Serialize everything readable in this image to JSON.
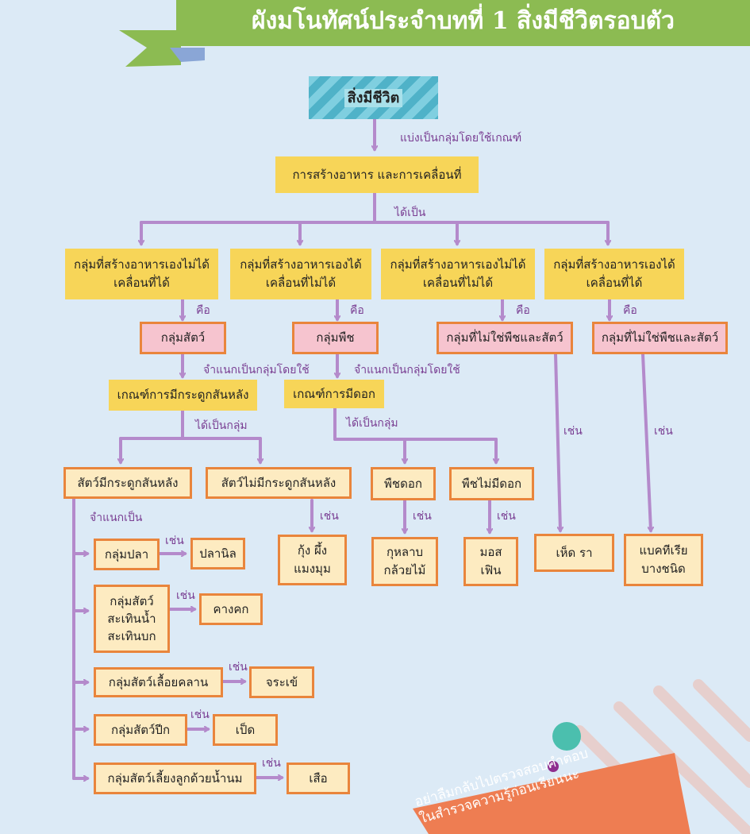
{
  "title": "ผังมโนทัศน์ประจำบทที่ 1 สิ่งมีชีวิตรอบตัว",
  "root": "สิ่งมีชีวิต",
  "root_edge": "แบ่งเป็นกลุ่มโดยใช้เกณฑ์",
  "criteria": "การสร้างอาหาร และการเคลื่อนที่",
  "criteria_edge": "ได้เป็น",
  "groups": [
    {
      "label": "กลุ่มที่สร้างอาหารเองไม่ได้\nเคลื่อนที่ได้",
      "edge": "คือ",
      "kind": "กลุ่มสัตว์"
    },
    {
      "label": "กลุ่มที่สร้างอาหารเองได้\nเคลื่อนที่ไม่ได้",
      "edge": "คือ",
      "kind": "กลุ่มพืช"
    },
    {
      "label": "กลุ่มที่สร้างอาหารเองไม่ได้\nเคลื่อนที่ไม่ได้",
      "edge": "คือ",
      "kind": "กลุ่มที่ไม่ใช่พืชและสัตว์"
    },
    {
      "label": "กลุ่มที่สร้างอาหารเองได้\nเคลื่อนที่ได้",
      "edge": "คือ",
      "kind": "กลุ่มที่ไม่ใช่พืชและสัตว์"
    }
  ],
  "animal": {
    "edge": "จำแนกเป็นกลุ่มโดยใช้",
    "criteria": "เกณฑ์การมีกระดูกสันหลัง",
    "result_edge": "ได้เป็นกลุ่ม",
    "vertebrate": "สัตว์มีกระดูกสันหลัง",
    "invertebrate": "สัตว์ไม่มีกระดูกสันหลัง",
    "invertebrate_edge": "เช่น",
    "invertebrate_example": "กุ้ง ผึ้ง\nแมงมุม",
    "classify_edge": "จำแนกเป็น",
    "classes": [
      {
        "name": "กลุ่มปลา",
        "edge": "เช่น",
        "example": "ปลานิล"
      },
      {
        "name": "กลุ่มสัตว์\nสะเทินน้ำ\nสะเทินบก",
        "edge": "เช่น",
        "example": "คางคก"
      },
      {
        "name": "กลุ่มสัตว์เลื้อยคลาน",
        "edge": "เช่น",
        "example": "จระเข้"
      },
      {
        "name": "กลุ่มสัตว์ปีก",
        "edge": "เช่น",
        "example": "เป็ด"
      },
      {
        "name": "กลุ่มสัตว์เลี้ยงลูกด้วยน้ำนม",
        "edge": "เช่น",
        "example": "เสือ"
      }
    ]
  },
  "plant": {
    "edge": "จำแนกเป็นกลุ่มโดยใช้",
    "criteria": "เกณฑ์การมีดอก",
    "result_edge": "ได้เป็นกลุ่ม",
    "flowering": "พืชดอก",
    "flowering_edge": "เช่น",
    "flowering_example": "กุหลาบ\nกล้วยไม้",
    "nonflowering": "พืชไม่มีดอก",
    "nonflowering_edge": "เช่น",
    "nonflowering_example": "มอส\nเฟิน"
  },
  "other1": {
    "edge": "เช่น",
    "example": "เห็ด รา"
  },
  "other2": {
    "edge": "เช่น",
    "example": "แบคทีเรีย\nบางชนิด"
  },
  "note": "อย่าลืมกลับไปตรวจสอบคำตอบ\nในสำรวจความรู้ก่อนเรียนนะ",
  "colors": {
    "banner": "#8cbb52",
    "arrow": "#b48acb",
    "box_yellow": "#f7d558",
    "box_pink": "#f6c4cf",
    "box_cream": "#fdebc1",
    "border": "#e9853c",
    "note": "#ee7d52"
  }
}
